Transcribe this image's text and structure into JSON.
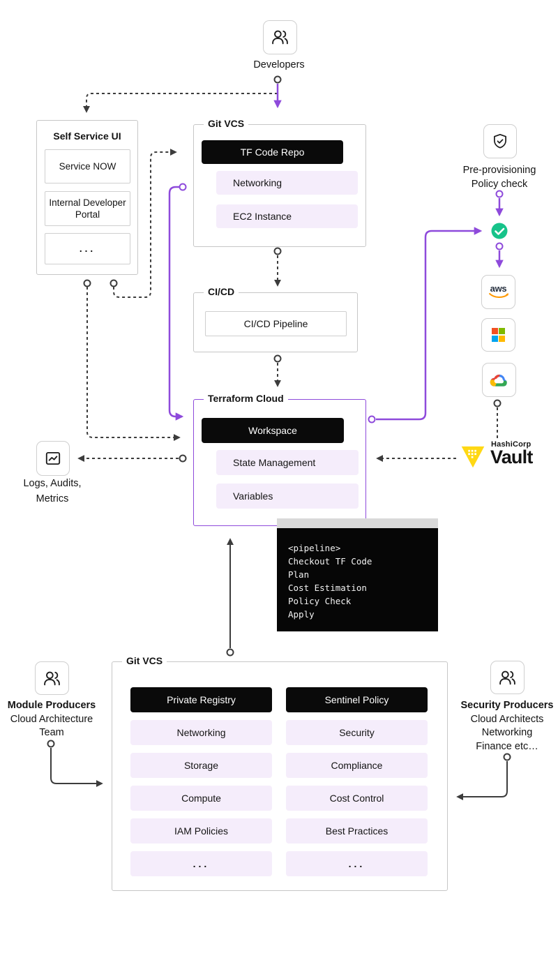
{
  "colors": {
    "accent_purple": "#8E4ADB",
    "lavender_fill": "#F5EDFB",
    "black_fill": "#0A0A0A",
    "success_green": "#17C38A",
    "vault_yellow": "#FFD814",
    "connector_dark": "#3C3C3C",
    "border_gray": "#C6C6C6",
    "aws_orange": "#FF9900",
    "ms_red": "#F25022",
    "ms_green": "#7FBA00",
    "ms_blue": "#00A4EF",
    "ms_yellow": "#FFB900"
  },
  "developers": {
    "label": "Developers"
  },
  "self_service_ui": {
    "title": "Self Service UI",
    "items": [
      "Service NOW",
      "Internal Developer Portal",
      "..."
    ]
  },
  "git_vcs_top": {
    "title": "Git VCS",
    "repo": "TF Code Repo",
    "items": [
      "Networking",
      "EC2 Instance"
    ]
  },
  "cicd": {
    "title": "CI/CD",
    "pipeline": "CI/CD Pipeline"
  },
  "terraform_cloud": {
    "title": "Terraform Cloud",
    "workspace": "Workspace",
    "items": [
      "State Management",
      "Variables"
    ]
  },
  "pre_provisioning": {
    "line1": "Pre-provisioning",
    "line2": "Policy check"
  },
  "providers": {
    "aws_label": "aws"
  },
  "vault": {
    "brand": "HashiCorp",
    "product": "Vault"
  },
  "logs": {
    "line1": "Logs, Audits,",
    "line2": "Metrics"
  },
  "terminal": {
    "lines": [
      "<pipeline>",
      "Checkout TF Code",
      "Plan",
      "Cost Estimation",
      "Policy Check",
      "Apply"
    ]
  },
  "git_vcs_bottom": {
    "title": "Git VCS",
    "left": {
      "primary": "Private Registry",
      "items": [
        "Networking",
        "Storage",
        "Compute",
        "IAM Policies",
        "..."
      ]
    },
    "right": {
      "primary": "Sentinel Policy",
      "items": [
        "Security",
        "Compliance",
        "Cost Control",
        "Best Practices",
        "..."
      ]
    }
  },
  "module_producers": {
    "title": "Module Producers",
    "line1": "Cloud Architecture",
    "line2": "Team"
  },
  "security_producers": {
    "title": "Security Producers",
    "line1": "Cloud Architects",
    "line2": "Networking",
    "line3": "Finance etc…"
  }
}
